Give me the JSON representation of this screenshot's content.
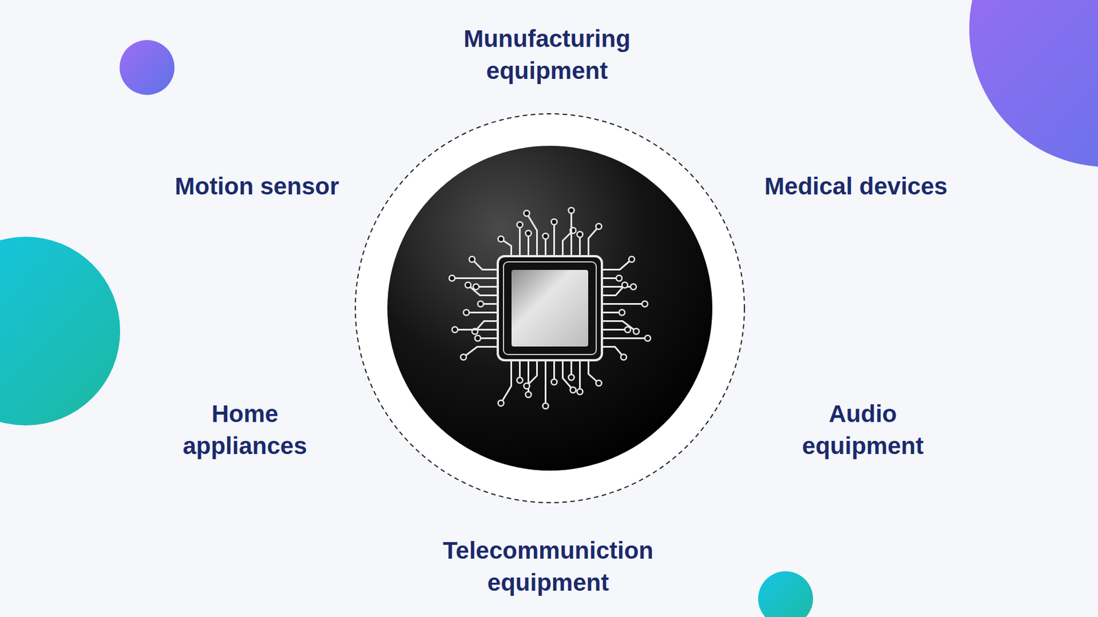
{
  "diagram": {
    "labels": [
      "Munufacturing equipment",
      "Motion sensor",
      "Medical devices",
      "Home appliances",
      "Audio equipment",
      "Telecommuniction equipment"
    ]
  }
}
